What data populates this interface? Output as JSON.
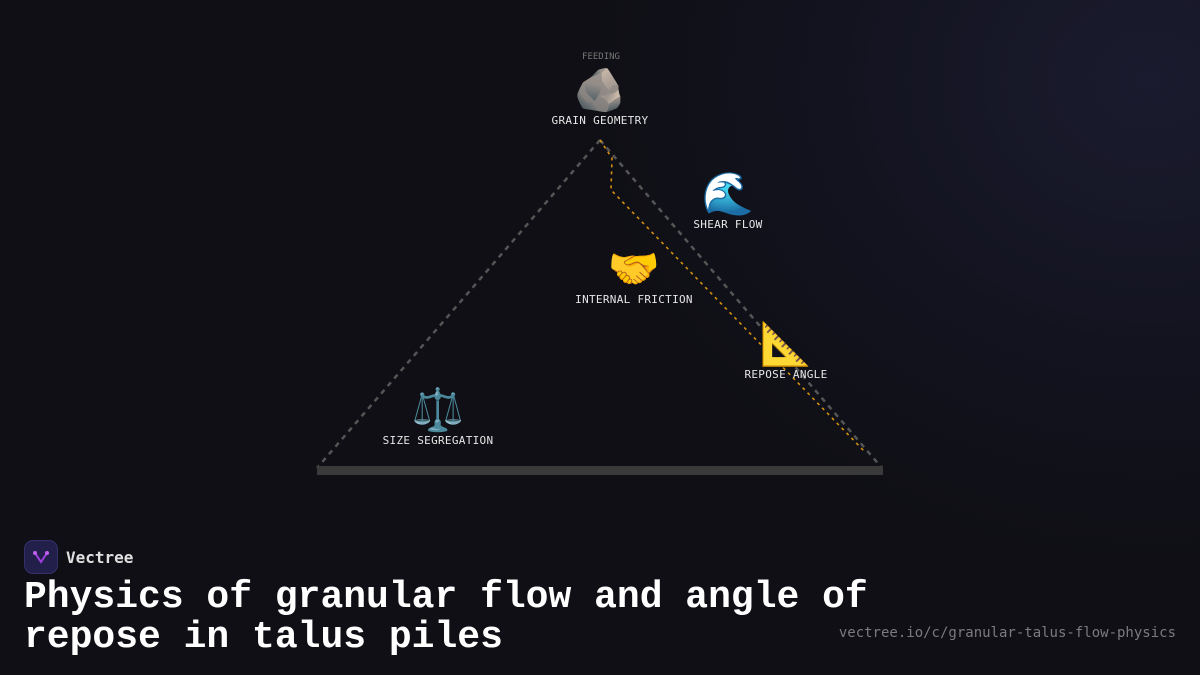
{
  "diagram": {
    "faint_label": "FEEDING",
    "nodes": [
      {
        "id": "grain-geometry",
        "label": "GRAIN GEOMETRY",
        "icon": "rock-icon",
        "emoji": "🪨"
      },
      {
        "id": "shear-flow",
        "label": "SHEAR FLOW",
        "icon": "wave-icon",
        "emoji": "🌊"
      },
      {
        "id": "internal-friction",
        "label": "INTERNAL FRICTION",
        "icon": "handshake-icon",
        "emoji": "🤝"
      },
      {
        "id": "repose-angle",
        "label": "REPOSE ANGLE",
        "icon": "triangular-ruler-icon",
        "emoji": "📐"
      },
      {
        "id": "size-segregation",
        "label": "SIZE SEGREGATION",
        "icon": "balance-scale-icon",
        "emoji": "⚖️"
      }
    ],
    "colors": {
      "outline": "#555555",
      "flow_path": "#d4900f",
      "base": "#3a3a3a"
    }
  },
  "brand": {
    "name": "Vectree",
    "accent": "#a040e0"
  },
  "title": {
    "line1": "Physics of granular flow and angle of",
    "line2": "repose in talus piles"
  },
  "url": "vectree.io/c/granular-talus-flow-physics"
}
